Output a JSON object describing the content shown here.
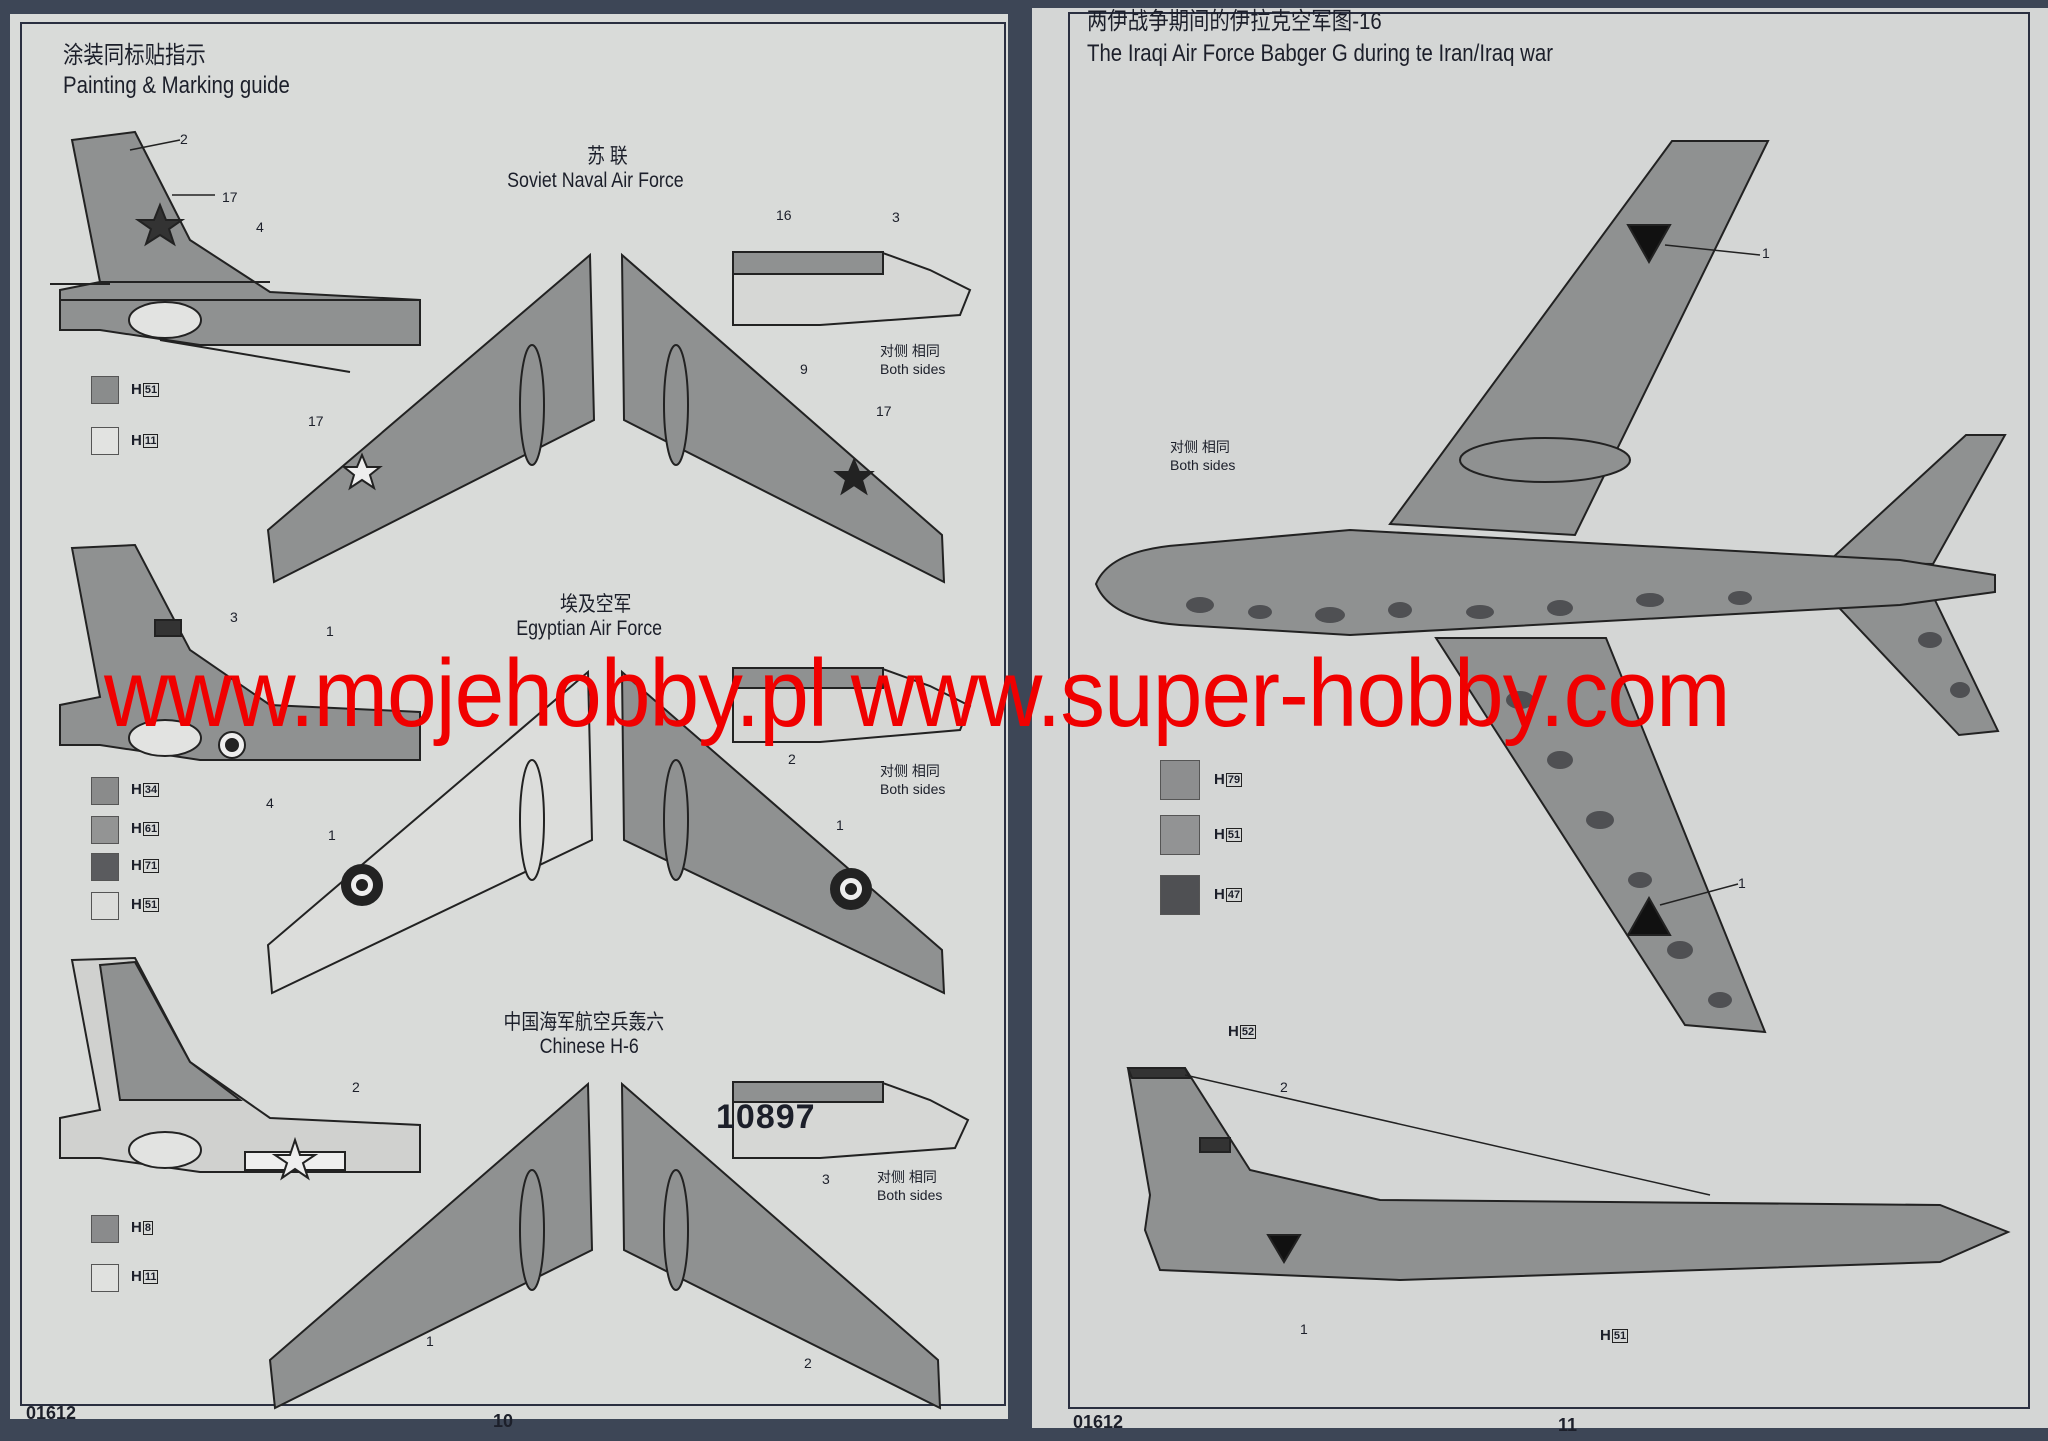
{
  "left_page": {
    "title_cn": "涂装同标贴指示",
    "title_en": "Painting & Marking guide",
    "scheme_soviet": {
      "title_cn": "苏 联",
      "title_en": "Soviet Naval Air Force",
      "callouts": [
        "2",
        "17",
        "4",
        "16",
        "3",
        "9",
        "17",
        "17"
      ],
      "both_sides_cn": "对侧 相同",
      "both_sides_en": "Both sides",
      "swatches": [
        {
          "code": "51",
          "color": "#8a8c8c"
        },
        {
          "code": "11",
          "color": "#e2e3e1"
        }
      ]
    },
    "scheme_egypt": {
      "title_cn": "埃及空军",
      "title_en": "Egyptian Air Force",
      "callouts": [
        "3",
        "1",
        "4",
        "2",
        "1",
        "1"
      ],
      "both_sides_cn": "对侧 相同",
      "both_sides_en": "Both sides",
      "swatches": [
        {
          "code": "34",
          "color": "#8a8b8b"
        },
        {
          "code": "61",
          "color": "#939494"
        },
        {
          "code": "71",
          "color": "#5a5b5e"
        },
        {
          "code": "51",
          "color": "#dcdddb"
        }
      ]
    },
    "scheme_china": {
      "title_cn": "中国海军航空兵轰六",
      "title_en": "Chinese H-6",
      "serial": "10897",
      "callouts": [
        "2",
        "3",
        "1",
        "2"
      ],
      "both_sides_cn": "对侧 相同",
      "both_sides_en": "Both sides",
      "swatches": [
        {
          "code": "8",
          "color": "#8a8b8c"
        },
        {
          "code": "11",
          "color": "#e0e1df"
        }
      ]
    },
    "footer_code": "01612",
    "page_number": "10"
  },
  "right_page": {
    "title_cn": "两伊战争期间的伊拉克空军图-16",
    "title_en": "The Iraqi Air Force Babger G during te Iran/Iraq war",
    "both_sides_cn": "对侧 相同",
    "both_sides_en": "Both sides",
    "callouts": {
      "top_wing": "1",
      "bottom_wing": "1",
      "profile_flag": "2",
      "profile_triangle": "1"
    },
    "swatches": [
      {
        "code": "79",
        "color": "#8d8e8f"
      },
      {
        "code": "51",
        "color": "#929394"
      },
      {
        "code": "47",
        "color": "#4f5053"
      }
    ],
    "profile_labels": {
      "tail_tip": "52",
      "fuselage": "51"
    },
    "footer_code": "01612",
    "page_number": "11"
  },
  "watermark": "www.mojehobby.pl www.super-hobby.com",
  "colors": {
    "paper": "#d9dbd9",
    "ink": "#1c1f2a",
    "aircraft_grey": "#8f9191",
    "watermark": "#f00000",
    "background": "#3d4656"
  }
}
